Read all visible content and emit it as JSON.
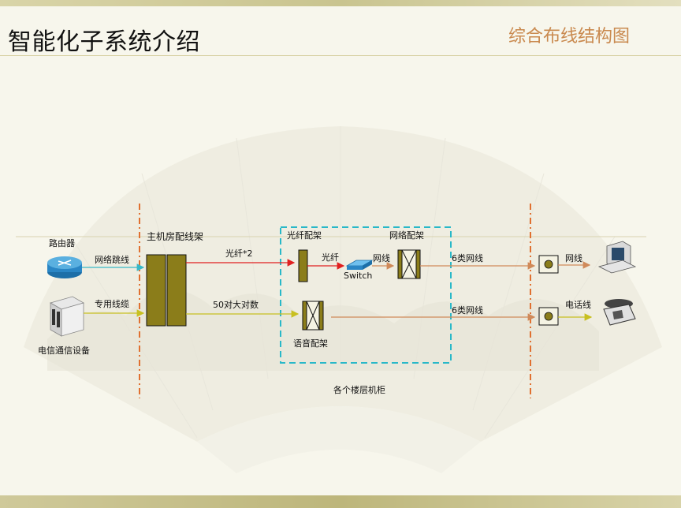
{
  "header": {
    "title": "智能化子系统介绍",
    "subtitle": "综合布线结构图"
  },
  "labels": {
    "router": "路由器",
    "network_patch_cable": "网络跳线",
    "dedicated_cable": "专用线缆",
    "telecom_equipment": "电信通信设备",
    "main_distribution_frame": "主机房配线架",
    "fiber_x2": "光纤*2",
    "pairs_50": "50对大对数",
    "fiber_patch_panel": "光纤配架",
    "fiber": "光纤",
    "switch": "Switch",
    "network_cable": "网线",
    "network_patch_panel": "网络配架",
    "cat6_cable_top": "6类网线",
    "cat6_cable_bottom": "6类网线",
    "voice_patch_panel": "语音配架",
    "floor_cabinets": "各个楼层机柜",
    "network_cable_end": "网线",
    "phone_line": "电话线"
  },
  "colors": {
    "subtitle": "#c9894e",
    "frame_fill": "#8b7d1a",
    "fiber_line": "#e02020",
    "yellow_line": "#c8c020",
    "orange_line": "#d08a5a",
    "cyan_line": "#38b8c8",
    "divider": "#e07030"
  }
}
